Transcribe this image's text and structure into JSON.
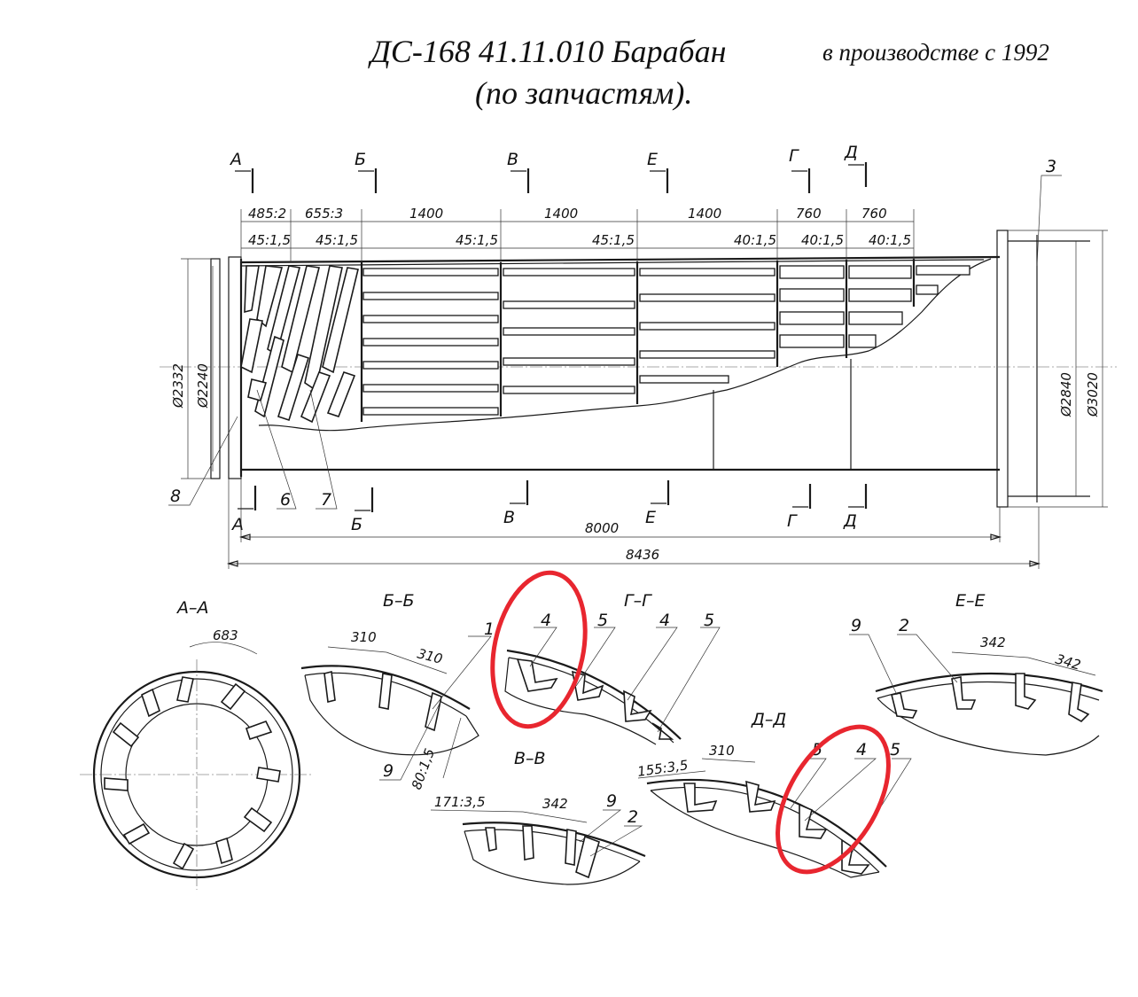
{
  "title": {
    "line1": "ДС-168 41.11.010 Барабан",
    "line2": "(по запчастям).",
    "note": "в производстве с 1992"
  },
  "sections_top": [
    "А",
    "Б",
    "В",
    "Е",
    "Г",
    "Д"
  ],
  "sections_bottom": [
    "А",
    "Б",
    "В",
    "Е",
    "Г",
    "Д"
  ],
  "dims_top": [
    "485:2",
    "655:3",
    "1400",
    "1400",
    "1400",
    "760",
    "760"
  ],
  "dims_second": [
    "45:1,5",
    "45:1,5",
    "45:1,5",
    "45:1,5",
    "40:1,5",
    "40:1,5",
    "40:1,5"
  ],
  "diameters_left": [
    "Ø2332",
    "Ø2240"
  ],
  "diameters_right": [
    "Ø2840",
    "Ø3020"
  ],
  "dim_8000": "8000",
  "dim_8436": "8436",
  "part_labels": {
    "p3": "3",
    "p6": "6",
    "p7": "7",
    "p8": "8",
    "p1": "1",
    "p4a": "4",
    "p5a": "5",
    "p4b": "4",
    "p5b": "5",
    "p9a": "9",
    "p2a": "2",
    "p9b": "9",
    "p9c": "9",
    "p2b": "2",
    "p5c": "5",
    "p4c": "4",
    "p5d": "5"
  },
  "view_titles": {
    "aa": "А–А",
    "bb": "Б–Б",
    "gg": "Г–Г",
    "ee": "Е–Е",
    "vv": "В–В",
    "dd": "Д–Д"
  },
  "view_dims": {
    "aa_arc": "683",
    "bb_arc1": "310",
    "bb_arc2": "310",
    "bb_h": "80:1,5",
    "ee_arc1": "342",
    "ee_arc2": "342",
    "vv_lin": "171:3,5",
    "vv_arc": "342",
    "dd_arc": "310",
    "dd_lin": "155:3,5"
  },
  "highlight_color": "#e8262f"
}
